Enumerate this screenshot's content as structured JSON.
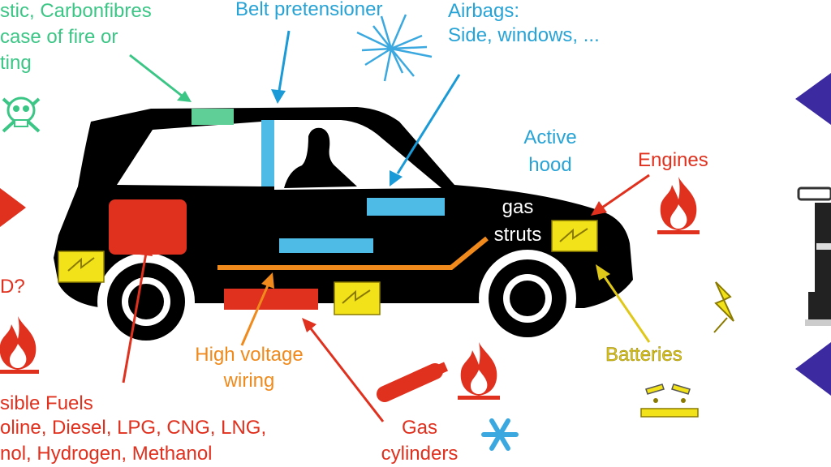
{
  "labels": {
    "plastic_line1": "stic, Carbonfibres",
    "plastic_line2": "case of fire or",
    "plastic_line3": "ting",
    "belt": "Belt pretensioner",
    "airbags_line1": "Airbags:",
    "airbags_line2": "Side, windows, ...",
    "active_hood_line1": "Active",
    "active_hood_line2": "hood",
    "engines": "Engines",
    "gas_struts_line1": "gas",
    "gas_struts_line2": "struts",
    "question": "D?",
    "batteries": "Batteries",
    "hv_line1": "High voltage",
    "hv_line2": "wiring",
    "fuels_line1": "sible Fuels",
    "fuels_line2": "oline, Diesel, LPG, CNG, LNG,",
    "fuels_line3": "nol, Hydrogen, Methanol",
    "gas_cyl_line1": "Gas",
    "gas_cyl_line2": "cylinders"
  },
  "colors": {
    "green": "#3cc686",
    "blue": "#27a3d6",
    "red": "#e0301e",
    "orange": "#f08a1c",
    "yellow": "#f2e21a",
    "car": "#000000",
    "purple": "#3b2aa0"
  },
  "icons": [
    "skull-icon",
    "fire-icon",
    "explosion-burst-icon",
    "lightning-icon",
    "corrosive-hazard-icon",
    "snowflake-icon",
    "gas-cylinder-icon",
    "firefighter-figure-icon",
    "arrow-icon"
  ]
}
